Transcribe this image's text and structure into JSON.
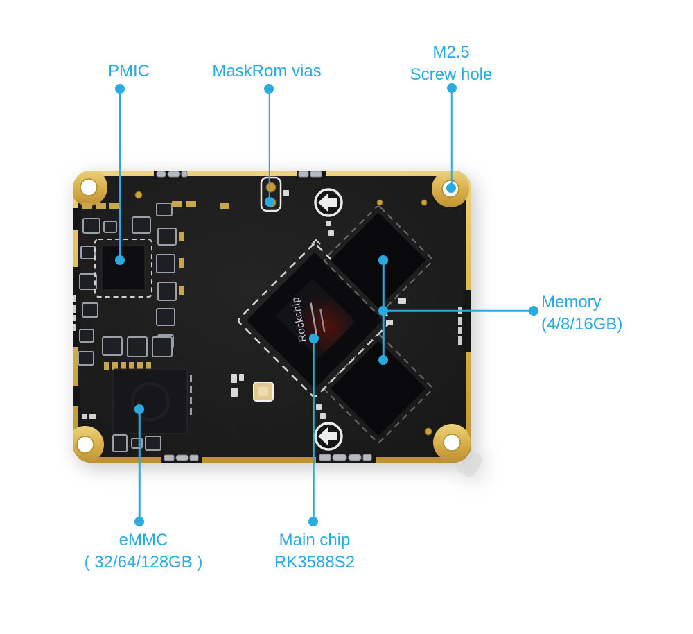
{
  "labels": {
    "pmic": {
      "lines": [
        "PMIC"
      ]
    },
    "maskrom": {
      "lines": [
        "MaskRom vias"
      ]
    },
    "screw_hole": {
      "lines": [
        "M2.5",
        "Screw hole"
      ]
    },
    "memory": {
      "lines": [
        "Memory",
        "(4/8/16GB)"
      ]
    },
    "emmc": {
      "lines": [
        "eMMC",
        "( 32/64/128GB )"
      ]
    },
    "main_chip": {
      "lines": [
        "Main chip",
        "RK3588S2"
      ]
    }
  },
  "board": {
    "chip_marking": "Rockchip"
  },
  "colors": {
    "accent": "#29ABE2",
    "gold": "#D9B34D",
    "pcb": "#1B1B1B"
  }
}
